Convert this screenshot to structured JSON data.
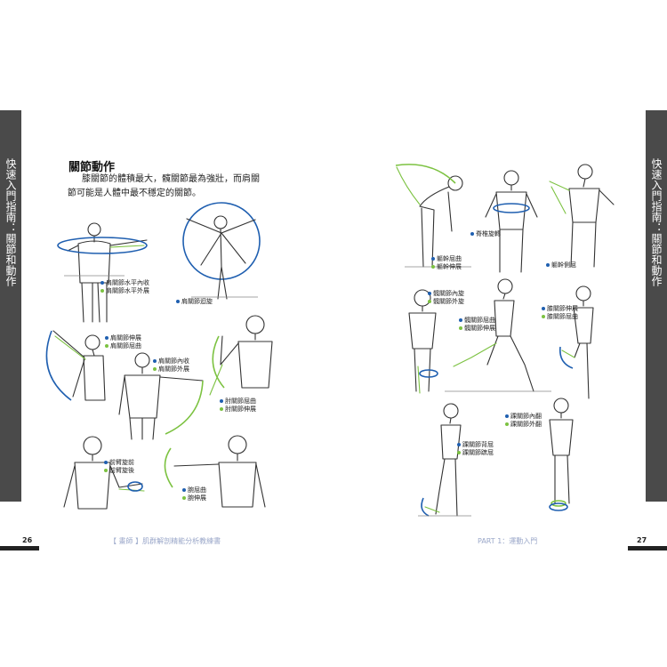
{
  "left_page": {
    "side_tab": "快速入門指南：關節和動作",
    "title": "關節動作",
    "intro": "膝關節的體積最大，髖關節最為強壯，而肩關節可能是人體中最不穩定的關節。",
    "page_number": "26",
    "footer": "【 畫師 】肌群解剖精能分析教練書"
  },
  "right_page": {
    "side_tab": "快速入門指南：關節和動作",
    "page_number": "27",
    "footer": "PART 1：運動入門"
  },
  "labels": {
    "shoulder_horizontal": [
      "肩關節水平內收",
      "肩關節水平外展"
    ],
    "shoulder_circumduction": "肩關節迴旋",
    "shoulder_flexion": [
      "肩關節伸展",
      "肩關節屈曲"
    ],
    "shoulder_adduction": [
      "肩關節內收",
      "肩關節外展"
    ],
    "elbow": [
      "肘關節屈曲",
      "肘關節伸展"
    ],
    "forearm": [
      "前臂旋前",
      "前臂旋後"
    ],
    "wrist": [
      "腕屈曲",
      "腕伸展"
    ],
    "trunk": [
      "軀幹屈曲",
      "軀幹伸展"
    ],
    "spine_rotation": "脊椎旋轉",
    "trunk_lateral": "軀幹側屈",
    "hip_rotation": [
      "髖關節內旋",
      "髖關節外旋"
    ],
    "hip_flexion": [
      "髖關節屈曲",
      "髖關節伸展"
    ],
    "knee": [
      "膝關節伸展",
      "膝關節屈曲"
    ],
    "ankle_dorsi": [
      "踝關節背屈",
      "踝關節蹠屈"
    ],
    "ankle_inversion": [
      "踝關節內翻",
      "踝關節外翻"
    ]
  },
  "colors": {
    "blue": "#1f5fb0",
    "green": "#7cc241",
    "tab": "#4a4a4a"
  }
}
